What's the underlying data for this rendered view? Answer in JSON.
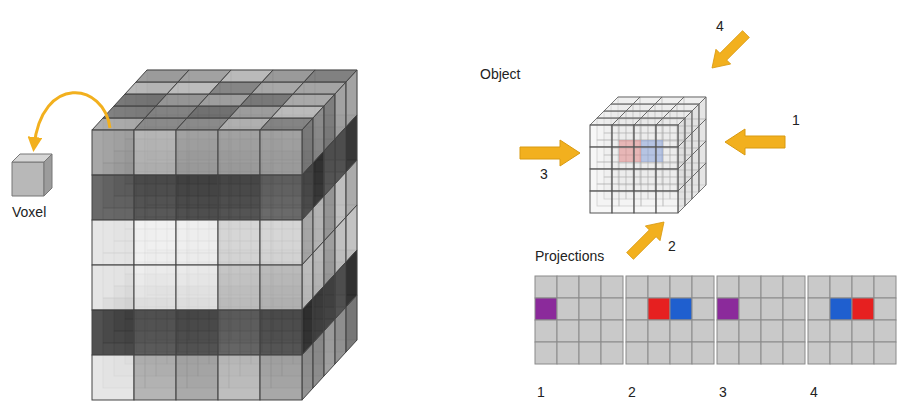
{
  "diagram": {
    "labels": [
      "Voxel",
      "Object",
      "4",
      "1",
      "3",
      "2",
      "Projections",
      "1",
      "2",
      "3",
      "4"
    ]
  }
}
